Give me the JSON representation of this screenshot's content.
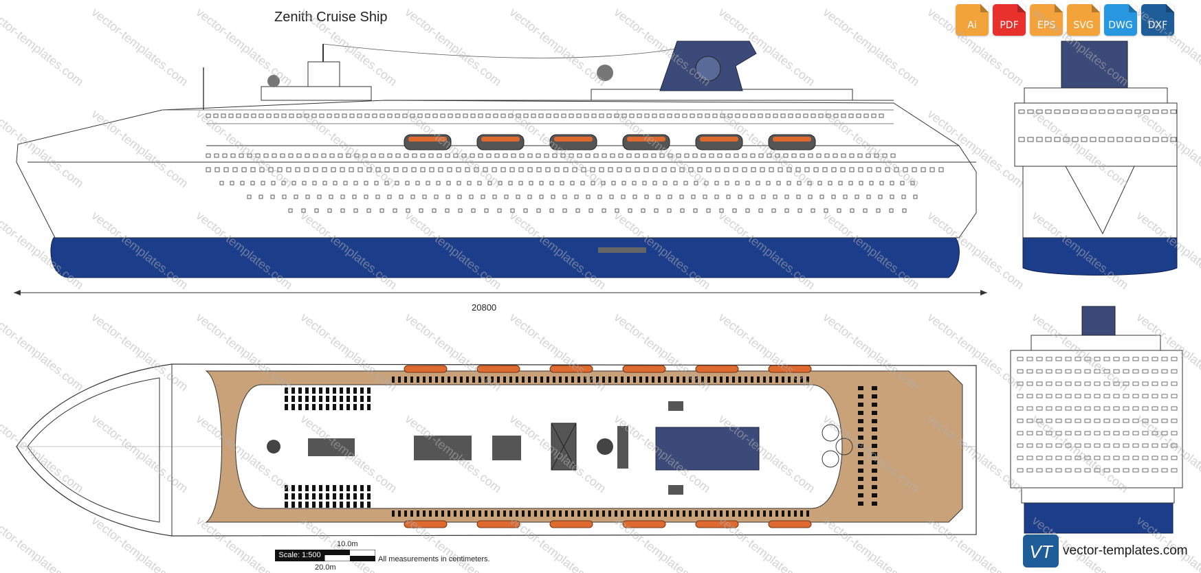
{
  "title": "Zenith Cruise Ship",
  "formats": [
    {
      "label": "Ai",
      "color": "#f2a33a"
    },
    {
      "label": "PDF",
      "color": "#e8302c"
    },
    {
      "label": "EPS",
      "color": "#f4a23b"
    },
    {
      "label": "SVG",
      "color": "#f2a33a"
    },
    {
      "label": "DWG",
      "color": "#2797df"
    },
    {
      "label": "DXF",
      "color": "#1f5d99"
    }
  ],
  "dimension": {
    "length_label": "20800"
  },
  "scale": {
    "label": "Scale: 1:500",
    "ten": "10.0m",
    "twenty": "20.0m"
  },
  "note": "All measurements in centimeters.",
  "watermark": "vector-templates.com",
  "brand": {
    "text": "vector-templates.com",
    "logo_letters": "VT"
  },
  "colors": {
    "hull": "#1c3d8a",
    "deck": "#c9a27a",
    "lifeboat": "#de6a30",
    "funnel": "#3b4a78",
    "line": "#333333"
  }
}
